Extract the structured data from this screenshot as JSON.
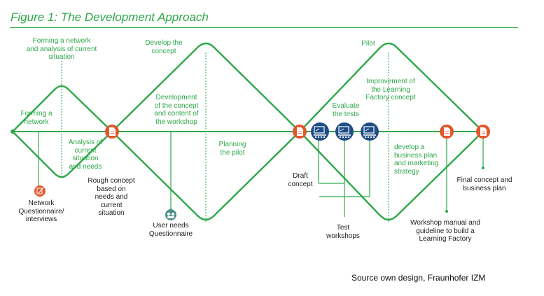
{
  "title": "Figure 1: The Development Approach",
  "source": "Source  own design, Fraunhofer IZM",
  "colors": {
    "green": "#2ea84a",
    "orange": "#e2572b",
    "blue": "#1f4e86",
    "text": "#222222"
  },
  "phase_labels": {
    "forming_network": "Forming a network\nand analysis of current\nsituation",
    "forming_network_short": "Forming a\nnetwork",
    "analysis_needs": "Analysis of\ncurrent\nsituation\nand needs",
    "develop_concept": "Develop the\nconcept",
    "development_workshop": "Development\nof the concept\nand content of\nthe workshop",
    "planning_pilot": "Planning\nthe pilot",
    "pilot": "Pilot",
    "improvement": "Improvement of\nthe Learning\nFactory concept",
    "evaluate_tests": "Evaluate\nthe tests",
    "business_plan": "develop a\nbusiness plan\nand marketing\nstrategy"
  },
  "output_labels": {
    "network_questionnaire": "Network\nQuestionnaire/\ninterviews",
    "rough_concept": "Rough concept\nbased on\nneeds and\ncurrent\nsituation",
    "user_needs": "User needs\nQuestionnaire",
    "draft_concept": "Draft\nconcept",
    "test_workshops": "Test\nworkshops",
    "workshop_manual": "Workshop manual and\nguideline to build a\nLearning Factory",
    "final_concept": "Final concept and\nbusiness plan"
  },
  "icons": {
    "document": "document-icon",
    "edit": "edit-icon",
    "people": "people-icon",
    "presentation": "presentation-icon"
  }
}
